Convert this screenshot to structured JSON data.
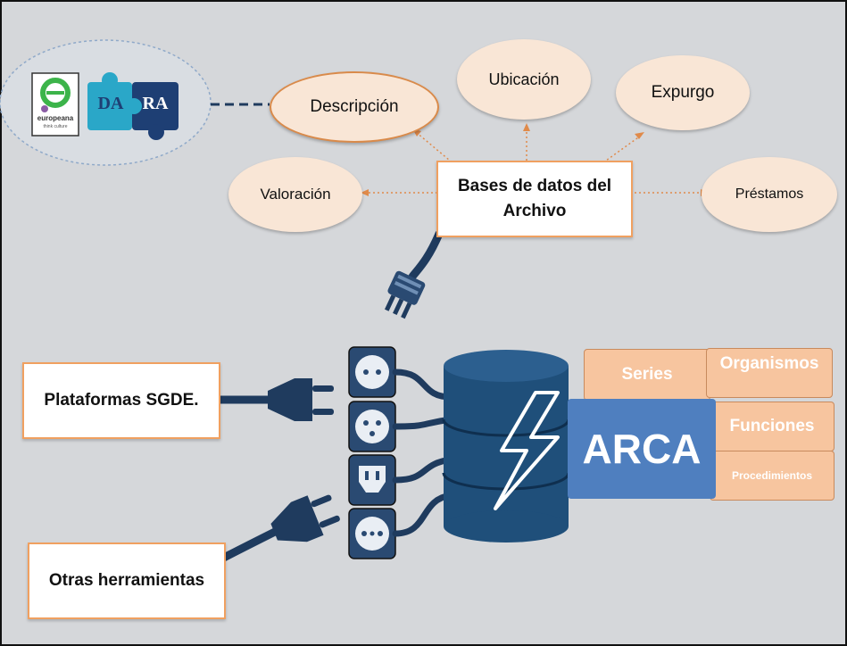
{
  "logos": {
    "europeana_text": "europeana",
    "europeana_subtext": "think culture",
    "dara_text_a": "DA",
    "dara_text_b": "RA"
  },
  "center_box": {
    "line1": "Bases de datos del",
    "line2": "Archivo"
  },
  "ellipses": {
    "descripcion": "Descripción",
    "ubicacion": "Ubicación",
    "expurgo": "Expurgo",
    "valoracion": "Valoración",
    "prestamos": "Préstamos"
  },
  "left_boxes": {
    "plataformas": "Plataformas SGDE.",
    "otras": "Otras herramientas"
  },
  "arca": {
    "title": "ARCA",
    "series": "Series",
    "organismos": "Organismos",
    "funciones": "Funciones",
    "procedimientos": "Procedimientos"
  },
  "colors": {
    "ellipse_fill": "#f9e6d6",
    "accent_orange": "#f0a060",
    "dark_blue": "#1f3b5e",
    "arca_blue": "#4f7fbf",
    "tile_peach": "#f7c59f"
  }
}
